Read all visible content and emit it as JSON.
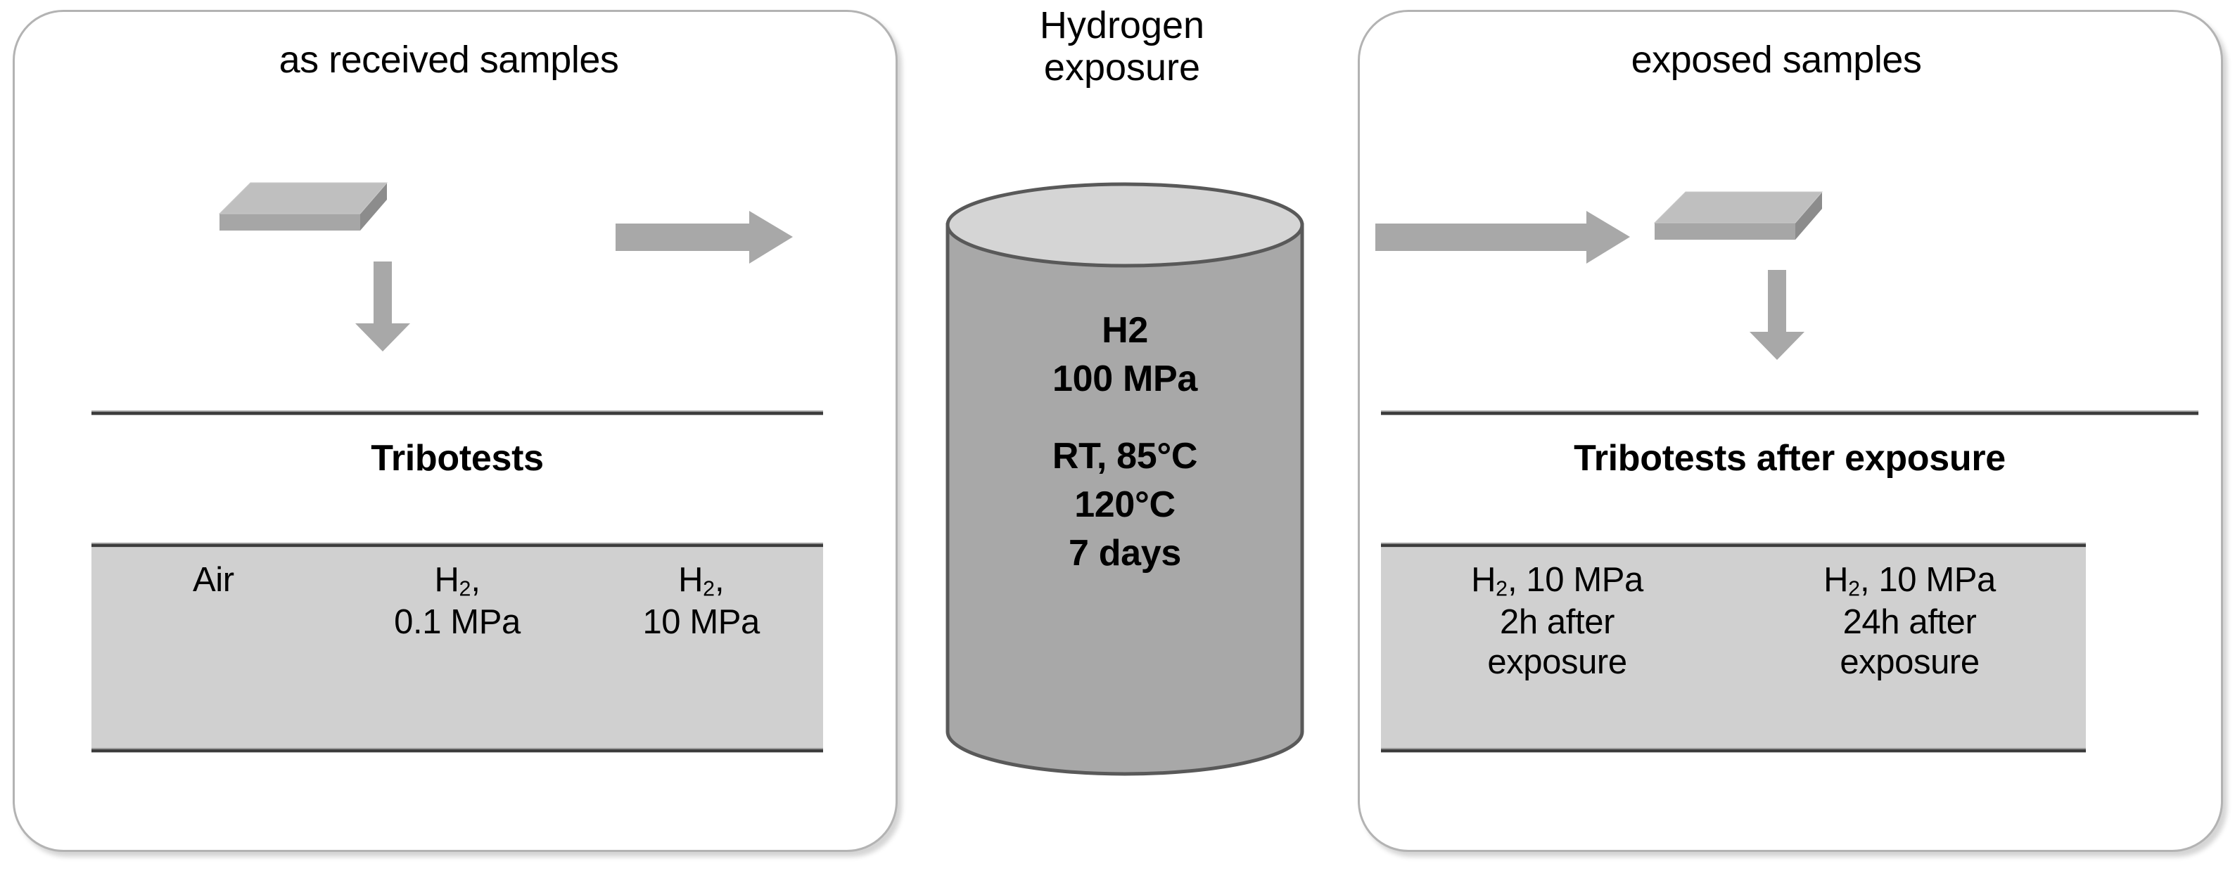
{
  "diagram": {
    "title": "Hydrogen exposure tribotest workflow",
    "colors": {
      "panel_border": "#b3b3b3",
      "arrow_fill": "#a8a8a8",
      "plate_top": "#bfbfbf",
      "plate_front": "#a6a6a6",
      "plate_side": "#8c8c8c",
      "cylinder_body": "#a8a8a8",
      "cylinder_top": "#d5d5d5",
      "cylinder_outline": "#595959",
      "table_fill": "#d0d0d0",
      "rule_dark": "#3c3c3c",
      "text": "#000000",
      "background": "#ffffff"
    }
  },
  "left_panel": {
    "title": "as received samples",
    "sample_icon": "sample-plate-3d",
    "right_arrow_icon": "arrow-right",
    "down_arrow_icon": "arrow-down",
    "section_heading": "Tribotests",
    "table": {
      "columns": [
        {
          "line1": "Air",
          "line2": ""
        },
        {
          "line1_prefix": "H",
          "line1_sub": "2",
          "line1_suffix": ",",
          "line2": "0.1 MPa"
        },
        {
          "line1_prefix": "H",
          "line1_sub": "2",
          "line1_suffix": ",",
          "line2": "10 MPa"
        }
      ]
    }
  },
  "center": {
    "title_line1": "Hydrogen",
    "title_line2": "exposure",
    "vessel_icon": "pressure-vessel-cylinder",
    "vessel_text": {
      "line1": "H2",
      "line2": "100 MPa",
      "line3": "RT, 85°C",
      "line4": "120°C",
      "line5": "7 days"
    }
  },
  "right_panel": {
    "title": "exposed samples",
    "right_arrow_icon": "arrow-right",
    "sample_icon": "sample-plate-3d",
    "down_arrow_icon": "arrow-down",
    "section_heading": "Tribotests after exposure",
    "table": {
      "columns": [
        {
          "line1_prefix": "H",
          "line1_sub": "2",
          "line1_suffix": ", 10 MPa",
          "line2": "2h after",
          "line3": "exposure"
        },
        {
          "line1_prefix": "H",
          "line1_sub": "2",
          "line1_suffix": ", 10 MPa",
          "line2": "24h after",
          "line3": "exposure"
        }
      ]
    }
  }
}
